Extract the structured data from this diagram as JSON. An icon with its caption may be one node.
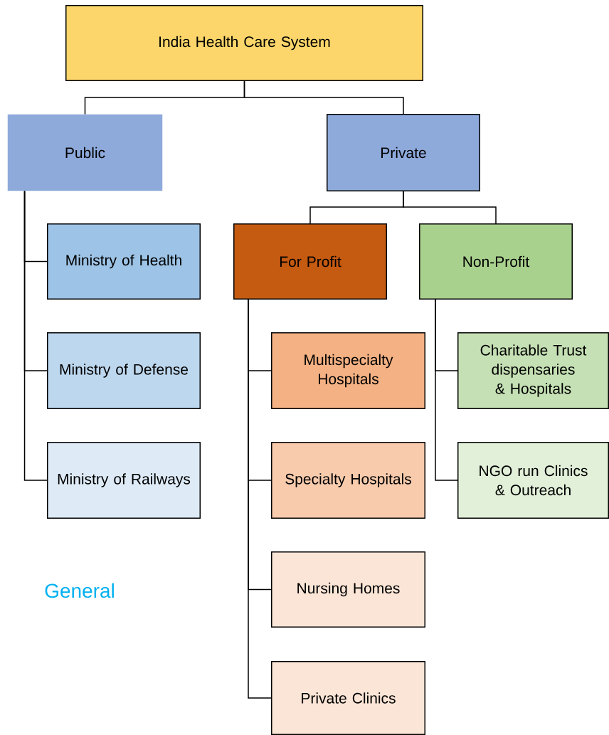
{
  "diagram": {
    "nodes": [
      {
        "text": [
          "India Health Care System"
        ]
      },
      {
        "text": [
          "Public"
        ]
      },
      {
        "text": [
          "Private"
        ]
      },
      {
        "text": [
          "Ministry of Health"
        ]
      },
      {
        "text": [
          "Ministry of Defense"
        ]
      },
      {
        "text": [
          "Ministry of Railways"
        ]
      },
      {
        "text": [
          "For Profit"
        ]
      },
      {
        "text": [
          "Non-Profit"
        ]
      },
      {
        "text": [
          "Multispecialty Hospitals"
        ]
      },
      {
        "text": [
          "Specialty Hospitals"
        ]
      },
      {
        "text": [
          "Nursing Homes"
        ]
      },
      {
        "text": [
          "Private Clinics"
        ]
      },
      {
        "text": [
          "Charitable Trust dispensaries & Hospitals"
        ]
      },
      {
        "text": [
          "NGO run Clinics & Outreach"
        ]
      }
    ],
    "edges": [
      {
        "from": 0,
        "to": 1,
        "arrow": "none"
      },
      {
        "from": 0,
        "to": 2,
        "arrow": "none"
      },
      {
        "from": 1,
        "to": 3,
        "arrow": "none"
      },
      {
        "from": 1,
        "to": 4,
        "arrow": "none"
      },
      {
        "from": 1,
        "to": 5,
        "arrow": "none"
      },
      {
        "from": 2,
        "to": 6,
        "arrow": "none"
      },
      {
        "from": 2,
        "to": 7,
        "arrow": "none"
      },
      {
        "from": 6,
        "to": 8,
        "arrow": "none"
      },
      {
        "from": 6,
        "to": 9,
        "arrow": "none"
      },
      {
        "from": 6,
        "to": 10,
        "arrow": "none"
      },
      {
        "from": 6,
        "to": 11,
        "arrow": "none"
      },
      {
        "from": 7,
        "to": 12,
        "arrow": "none"
      },
      {
        "from": 7,
        "to": 13,
        "arrow": "none"
      }
    ],
    "labels": [
      "General"
    ]
  }
}
